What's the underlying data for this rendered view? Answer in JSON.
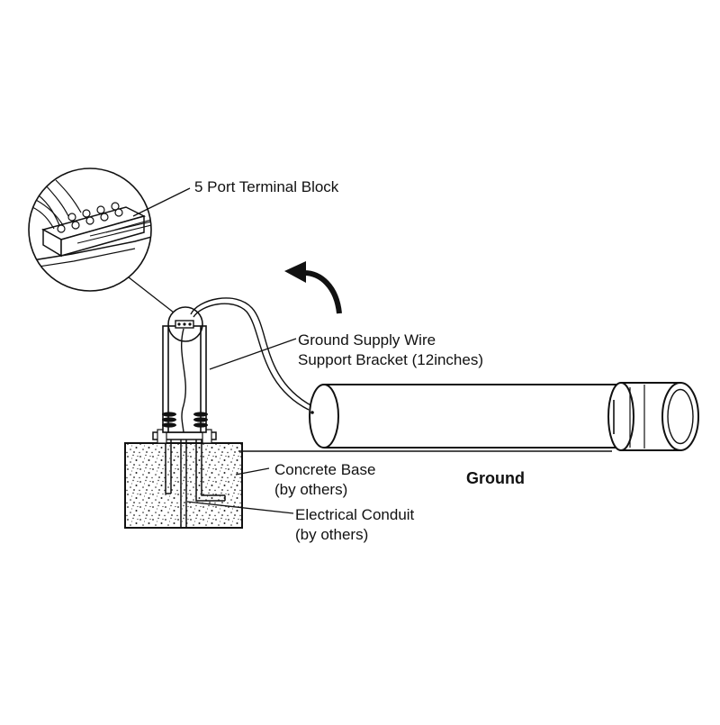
{
  "labels": {
    "terminal_block": "5 Port Terminal Block",
    "ground_supply_line1": "Ground Supply Wire",
    "ground_supply_line2": "Support Bracket (12inches)",
    "concrete_line1": "Concrete Base",
    "concrete_line2": "(by others)",
    "conduit_line1": "Electrical Conduit",
    "conduit_line2": "(by others)",
    "ground": "Ground"
  }
}
